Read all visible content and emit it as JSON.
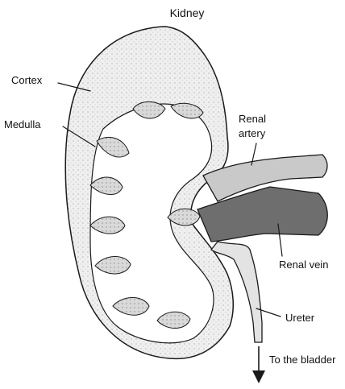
{
  "diagram": {
    "title": "Kidney",
    "labels": {
      "cortex": "Cortex",
      "medulla": "Medulla",
      "renal_artery_line1": "Renal",
      "renal_artery_line2": "artery",
      "renal_vein": "Renal vein",
      "ureter": "Ureter",
      "to_bladder": "To the bladder"
    },
    "colors": {
      "ink": "#1a1a1a",
      "cortex_fill": "#ececec",
      "medulla_fill": "#ffffff",
      "pyramid_fill": "#d6d6d6",
      "vein_fill": "#6e6e6e",
      "artery_fill": "#c9c9c9",
      "ureter_fill": "#e3e3e3"
    }
  }
}
